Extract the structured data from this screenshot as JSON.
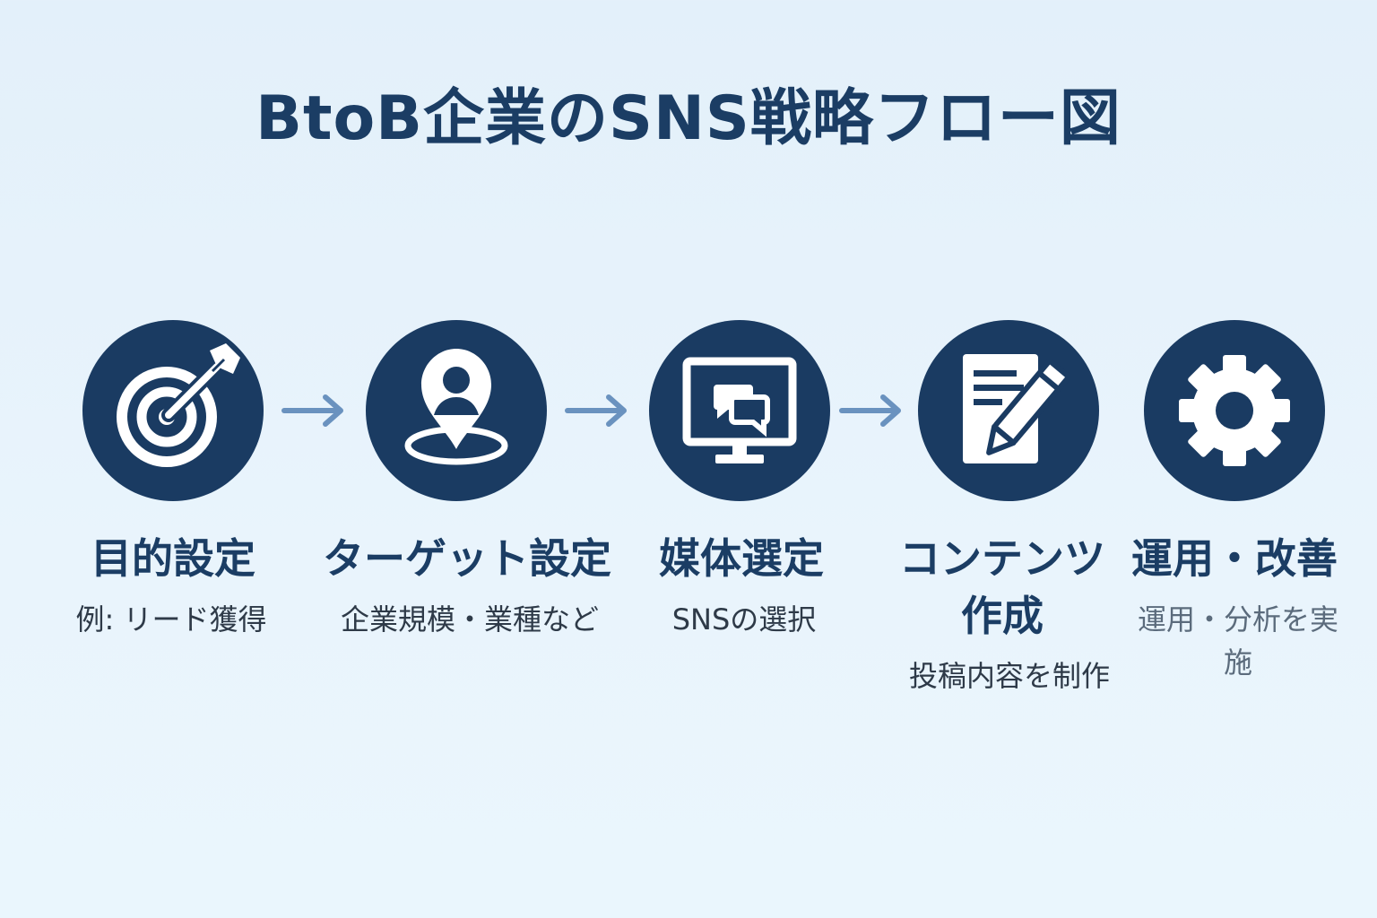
{
  "title": "BtoB企業のSNS戦略フロー図",
  "colors": {
    "circle_fill": "#1a3b62",
    "arrow": "#6a92bf",
    "title_text": "#1b3d64"
  },
  "steps": [
    {
      "label": "目的設定",
      "description": "例: リード獲得",
      "icon": "target-icon"
    },
    {
      "label": "ターゲット設定",
      "description": "企業規模・業種など",
      "icon": "location-person-icon"
    },
    {
      "label": "媒体選定",
      "description": "SNSの選択",
      "icon": "monitor-chat-icon"
    },
    {
      "label_line1": "コンテンツ",
      "label_line2": "作成",
      "description": "投稿内容を制作",
      "icon": "document-pencil-icon"
    },
    {
      "label": "運用・改善",
      "description_line1": "運用・分析を実",
      "description_line2": "施",
      "icon": "gear-icon"
    }
  ]
}
